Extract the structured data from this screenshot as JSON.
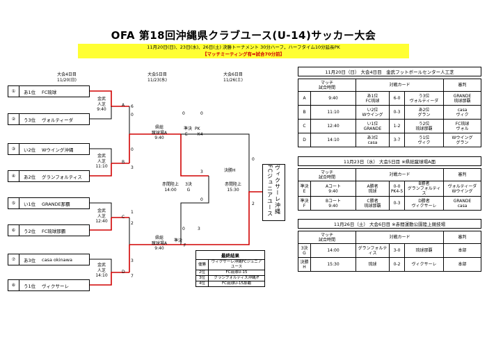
{
  "title": "OFA 第18回沖縄県クラブユース(U-14)サッカー大会",
  "subtitle": "11月20日(日)、23日(水)、26日(土) 決勝トーナメント 30分ハーフ，ハーフタイム10分延長PK",
  "subtitle2": "【マッチミーティング有➡試合70分前】",
  "days": {
    "d4": {
      "name": "大会4日目",
      "date": "11/20(日)"
    },
    "d5": {
      "name": "大会5日目",
      "date": "11/23(水)"
    },
    "d6": {
      "name": "大会6日目",
      "date": "11/26(土)"
    }
  },
  "teams": [
    {
      "num": "①",
      "rank": "あ1位",
      "name": "FC琉球"
    },
    {
      "num": "②",
      "rank": "う3位",
      "name": "ヴォルティーダ"
    },
    {
      "num": "③",
      "rank": "い2位",
      "name": "Wウイング沖縄"
    },
    {
      "num": "④",
      "rank": "あ2位",
      "name": "グランフォルティス"
    },
    {
      "num": "⑤",
      "rank": "い1位",
      "name": "GRANDE那覇"
    },
    {
      "num": "⑥",
      "rank": "う2位",
      "name": "FC琉球那覇"
    },
    {
      "num": "⑦",
      "rank": "あ3位",
      "name": "casa okinawa"
    },
    {
      "num": "⑧",
      "rank": "う1位",
      "name": "ヴィクサーレ"
    }
  ],
  "r1": [
    {
      "venue1": "金武",
      "venue2": "人芝",
      "time": "9:40",
      "id": "A"
    },
    {
      "venue1": "金武",
      "venue2": "人芝",
      "time": "11:10",
      "id": "B"
    },
    {
      "venue1": "金武",
      "venue2": "人芝",
      "time": "12:40",
      "id": "C"
    },
    {
      "venue1": "金武",
      "venue2": "人芝",
      "time": "14:10",
      "id": "D"
    }
  ],
  "r1_scores": [
    "6",
    "0",
    "0",
    "3",
    "1",
    "2",
    "3",
    "7"
  ],
  "sf": [
    {
      "venue1": "県総",
      "venue2": "蹴球場A",
      "time": "9:40",
      "label": "準決",
      "id": "E",
      "pk": "PK",
      "pk2": "K4"
    },
    {
      "venue1": "県総",
      "venue2": "蹴球場A",
      "time": "9:40",
      "label": "準決",
      "id": "F"
    }
  ],
  "sf_scores": {
    "e_top": "0",
    "e_bot": "0",
    "f_top": "0",
    "f_bot": "3"
  },
  "third": {
    "venue": "赤間陸上",
    "time": "14:00",
    "label": "3決",
    "id": "G",
    "s1": "3",
    "s2": "0"
  },
  "final": {
    "label": "決勝H",
    "venue": "赤間陸上",
    "time": "15:30",
    "s1": "0",
    "s2": "2"
  },
  "champion": "ヴィクサーレ沖縄FCジュニアユース",
  "results": {
    "title": "最終結果",
    "rows": [
      {
        "rank": "優勝",
        "team": "ヴィクサーレ沖縄FCジュニアユース"
      },
      {
        "rank": "2位",
        "team": "FC琉球U-15"
      },
      {
        "rank": "3位",
        "team": "グランフォルティス沖縄/F"
      },
      {
        "rank": "4位",
        "team": "FC琉球U-15那覇"
      }
    ]
  },
  "tables": {
    "t1": {
      "header": "11月20日（日） 大会4日目　金武フットボールセンター人工芝",
      "cols": [
        "マッチ\n試合時間",
        "対戦カード",
        "審判"
      ],
      "rows": [
        {
          "id": "A",
          "time": "9:40",
          "home": "あ1位\nFC琉球",
          "score": "6-0",
          "away": "う3位\nヴォルティーダ",
          "ref": "GRANDE\n琉球那覇"
        },
        {
          "id": "B",
          "time": "11:10",
          "home": "い2位\nWウイング",
          "score": "0-3",
          "away": "あ2位\nグラン",
          "ref": "casa\nヴィク"
        },
        {
          "id": "C",
          "time": "12:40",
          "home": "い1位\nGRANDE",
          "score": "1-2",
          "away": "う2位\n琉球那覇",
          "ref": "FC琉球\nヴォル"
        },
        {
          "id": "D",
          "time": "14:10",
          "home": "あ3位\ncasa",
          "score": "3-7",
          "away": "う1位\nヴィク",
          "ref": "Wウイング\nグラン"
        }
      ]
    },
    "t2": {
      "header": "11月23日（水） 大会5日目 ※県総蹴球場A面",
      "cols": [
        "マッチ\n試合時間",
        "対戦カード",
        "審判"
      ],
      "rows": [
        {
          "id": "準決\nE",
          "time": "Aコート\n9:40",
          "home": "A勝者\n琉球",
          "score": "0-0\nPK4-5",
          "away": "B勝者\nグランフォルティス",
          "ref": "ヴォルティーダ\nWウイング"
        },
        {
          "id": "準決\nF",
          "time": "Bコート\n9:40",
          "home": "C勝者\n琉球那覇",
          "score": "0-3",
          "away": "D勝者\nヴィクサーレ",
          "ref": "GRANDE\ncasa"
        }
      ]
    },
    "t3": {
      "header": "11月26日（土） 大会6日目 ※赤間運動公園陸上競技場",
      "cols": [
        "マッチ\n試合時間",
        "対戦カード",
        "審判"
      ],
      "rows": [
        {
          "id": "3決\nG",
          "time": "14:00",
          "home": "グランフォルティス",
          "score": "3-0",
          "away": "琉球那覇",
          "ref": "本部"
        },
        {
          "id": "決勝\nH",
          "time": "15:30",
          "home": "琉球",
          "score": "0-2",
          "away": "ヴィクサーレ",
          "ref": "本部"
        }
      ]
    }
  }
}
